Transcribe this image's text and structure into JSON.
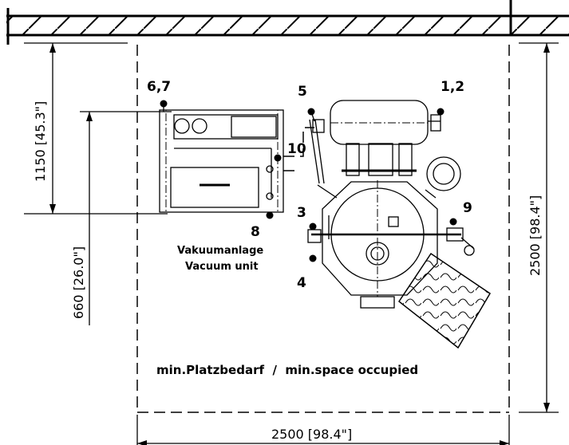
{
  "dimensions": {
    "top_offset": "1150 [45.3\"]",
    "unit_offset": "660 [26.0\"]",
    "height": "2500 [98.4\"]",
    "width": "2500 [98.4\"]"
  },
  "callouts": {
    "c67": "6,7",
    "c12": "1,2",
    "c5": "5",
    "c10": "10",
    "c8": "8",
    "c3": "3",
    "c4": "4",
    "c9": "9"
  },
  "labels": {
    "vacuum_de": "Vakuumanlage",
    "vacuum_en": "Vacuum unit",
    "space": "min.Platzbedarf  /  min.space occupied"
  }
}
